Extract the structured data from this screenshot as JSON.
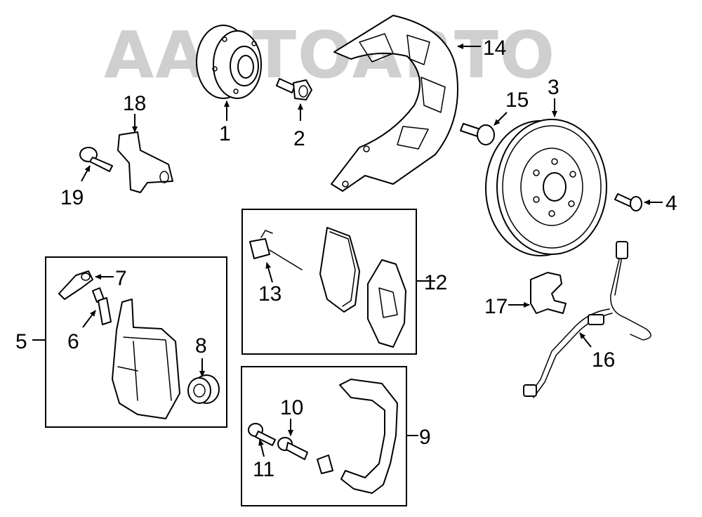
{
  "watermark": "AAETOABTO",
  "callouts": {
    "c1": "1",
    "c2": "2",
    "c3": "3",
    "c4": "4",
    "c5": "5",
    "c6": "6",
    "c7": "7",
    "c8": "8",
    "c9": "9",
    "c10": "10",
    "c11": "11",
    "c12": "12",
    "c13": "13",
    "c14": "14",
    "c15": "15",
    "c16": "16",
    "c17": "17",
    "c18": "18",
    "c19": "19"
  },
  "colors": {
    "line": "#000000",
    "watermark": "#cfcfcf",
    "background": "#ffffff"
  }
}
